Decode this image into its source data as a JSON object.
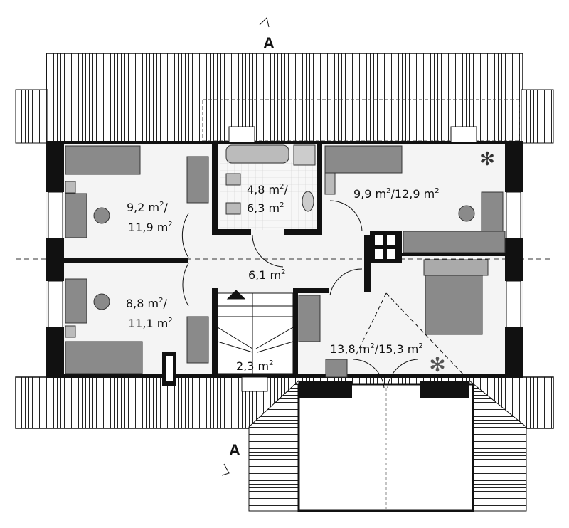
{
  "section_marker": {
    "top": "A",
    "bottom": "A"
  },
  "rooms": [
    {
      "name": "bedroom-1",
      "line1": "9,2 m",
      "sup1": "2",
      "slash1": "/",
      "line2": "11,9 m",
      "sup2": "2"
    },
    {
      "name": "bathroom",
      "line1": "4,8 m",
      "sup1": "2",
      "slash1": "/",
      "line2": "6,3 m",
      "sup2": "2"
    },
    {
      "name": "bedroom-2",
      "line1": "9,9 m",
      "sup1": "2",
      "slash1": "/12,9 m",
      "sup2": "2"
    },
    {
      "name": "bedroom-3",
      "line1": "8,8 m",
      "sup1": "2",
      "slash1": "/",
      "line2": "11,1 m",
      "sup2": "2"
    },
    {
      "name": "hall",
      "line1": "6,1 m",
      "sup1": "2"
    },
    {
      "name": "master-bedroom",
      "line1": "13,8 m",
      "sup1": "2",
      "slash1": "/15,3 m",
      "sup2": "2"
    },
    {
      "name": "stairs",
      "line1": "2,3 m",
      "sup1": "2"
    }
  ],
  "colors": {
    "wall": "#111111",
    "furniture": "#8a8a8a",
    "floor": "#f4f4f4"
  }
}
